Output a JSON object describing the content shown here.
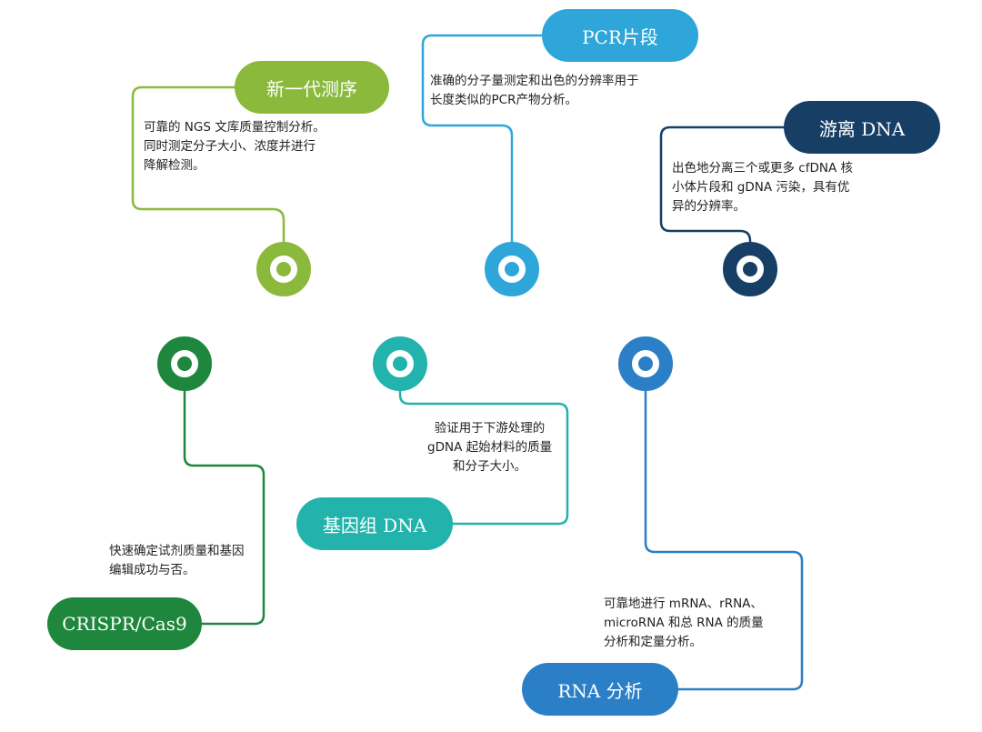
{
  "colors": {
    "ngs": "#8ab93c",
    "pcr": "#2fa6d9",
    "cfdna": "#173f66",
    "crispr": "#1f873d",
    "gdna": "#22b3ad",
    "rna": "#2a7fc6"
  },
  "items": {
    "ngs": {
      "title": "新一代测序",
      "lines": [
        "可靠的 NGS 文库质量控制分析。",
        "同时测定分子大小、浓度并进行",
        "降解检测。"
      ]
    },
    "pcr": {
      "title": "PCR片段",
      "lines": [
        "准确的分子量测定和出色的分辨率用于",
        "长度类似的PCR产物分析。"
      ]
    },
    "cfdna": {
      "title": "游离 DNA",
      "lines": [
        "出色地分离三个或更多 cfDNA 核",
        "小体片段和 gDNA 污染，具有优",
        "异的分辨率。"
      ]
    },
    "crispr": {
      "title": "CRISPR/Cas9",
      "lines": [
        "快速确定试剂质量和基因",
        "编辑成功与否。"
      ]
    },
    "gdna": {
      "title": "基因组 DNA",
      "lines": [
        "验证用于下游处理的",
        "gDNA 起始材料的质量",
        "和分子大小。"
      ]
    },
    "rna": {
      "title": "RNA 分析",
      "lines": [
        "可靠地进行 mRNA、rRNA、",
        "microRNA 和总 RNA 的质量",
        "分析和定量分析。"
      ]
    }
  }
}
